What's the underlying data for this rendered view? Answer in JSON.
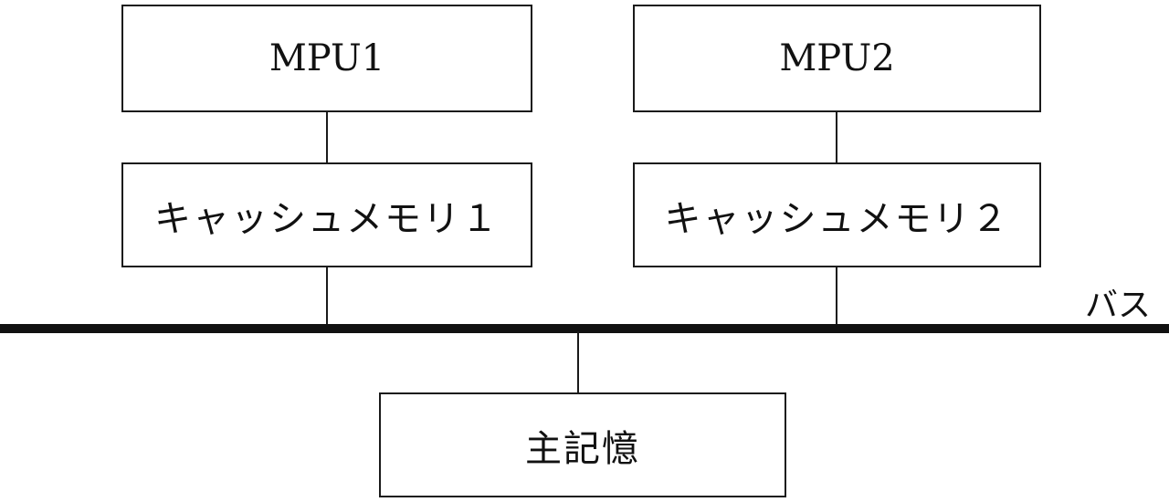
{
  "diagram": {
    "mpu1": {
      "label": "MPU1"
    },
    "mpu2": {
      "label": "MPU2"
    },
    "cache1": {
      "label": "キャッシュメモリ１"
    },
    "cache2": {
      "label": "キャッシュメモリ２"
    },
    "bus": {
      "label": "バス"
    },
    "main_memory": {
      "label": "主記憶"
    }
  },
  "colors": {
    "line": "#1a1a1a",
    "bus": "#111111",
    "background": "#ffffff"
  }
}
